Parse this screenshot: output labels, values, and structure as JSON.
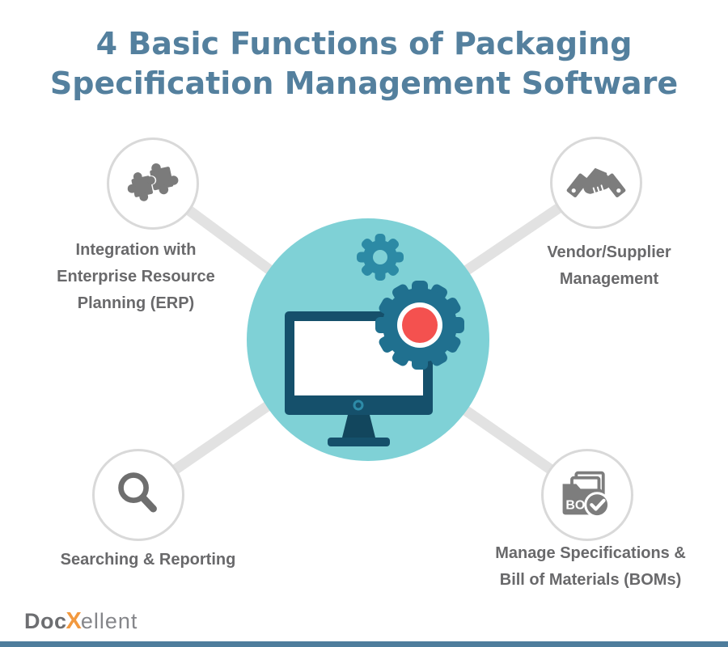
{
  "title": {
    "line1": "4 Basic Functions of Packaging",
    "line2": "Specification Management Software"
  },
  "nodes": [
    {
      "id": "erp-integration",
      "icon": "puzzle-icon",
      "label_lines": [
        "Integration with",
        "Enterprise Resource",
        "Planning (ERP)"
      ]
    },
    {
      "id": "vendor-supplier",
      "icon": "handshake-icon",
      "label_lines": [
        "Vendor/Supplier",
        "Management"
      ]
    },
    {
      "id": "searching-reporting",
      "icon": "magnifier-icon",
      "label_lines": [
        "Searching & Reporting"
      ]
    },
    {
      "id": "manage-specs-bom",
      "icon": "folder-check-icon",
      "badge_text": "BO",
      "label_lines": [
        "Manage Specifications &",
        "Bill of Materials (BOMs)"
      ]
    }
  ],
  "center": {
    "illustration": "computer-monitor-with-gears"
  },
  "logo": {
    "prefix": "Doc",
    "x": "X",
    "suffix": "ellent"
  },
  "colors": {
    "title_blue": "#54809e",
    "center_circle_teal": "#7fd1d6",
    "gear_dark_teal": "#20708f",
    "gear_mid_teal": "#2c8aa5",
    "monitor_navy": "#15506b",
    "gear_center_red": "#f4514f",
    "icon_gray": "#7d7d7d",
    "connector_gray": "#e2e2e2",
    "label_gray": "#69696b",
    "logo_orange": "#f2993f",
    "bottom_bar_blue": "#4e7d9c"
  }
}
